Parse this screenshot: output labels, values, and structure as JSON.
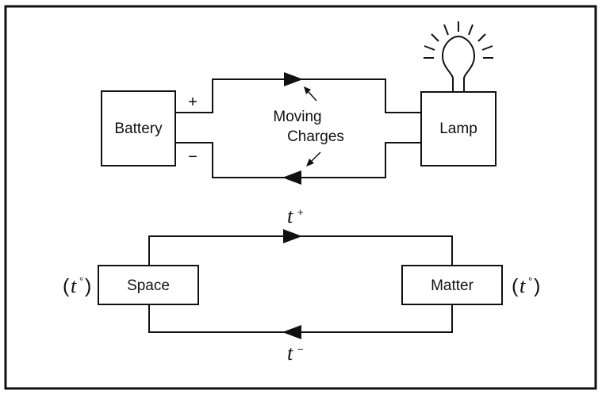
{
  "circuit": {
    "battery_label": "Battery",
    "lamp_label": "Lamp",
    "plus_sign": "+",
    "minus_sign": "−",
    "moving_line1": "Moving",
    "moving_line2": "Charges"
  },
  "time_loop": {
    "space_label": "Space",
    "matter_label": "Matter",
    "t_var": "t",
    "top_sup": "+",
    "bottom_sup": "−",
    "neutral_sup": "°",
    "open_paren": "(",
    "close_paren": ")"
  },
  "colors": {
    "line": "#111111",
    "background": "#ffffff"
  }
}
